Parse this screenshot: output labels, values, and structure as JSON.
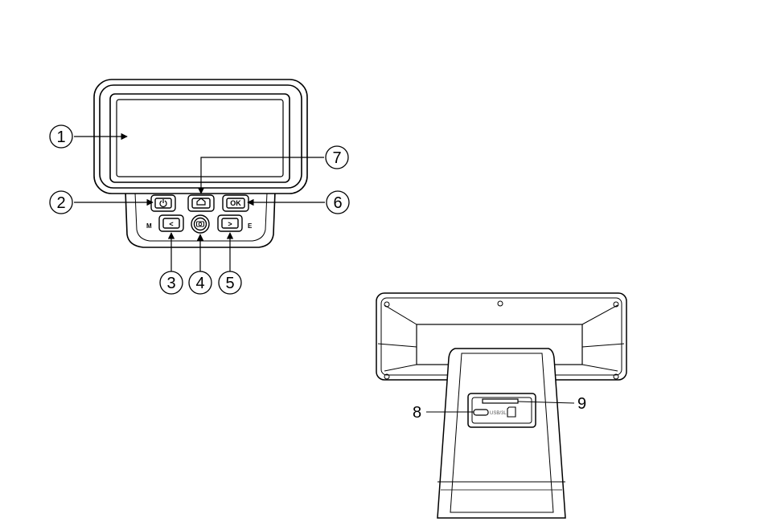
{
  "colors": {
    "ink": "#000000",
    "paper": "#ffffff"
  },
  "callouts": {
    "c1": "1",
    "c2": "2",
    "c3": "3",
    "c4": "4",
    "c5": "5",
    "c6": "6",
    "c7": "7",
    "c8": "8",
    "c9": "9"
  },
  "buttons": {
    "power_icon": "power-icon",
    "home_icon": "home-icon",
    "ok_label": "OK",
    "left_label": "<",
    "right_label": ">",
    "camera_icon": "camera-icon"
  },
  "side_marks": {
    "left": "M",
    "right": "E"
  },
  "back_panel": {
    "port_label": "USB/3L"
  }
}
